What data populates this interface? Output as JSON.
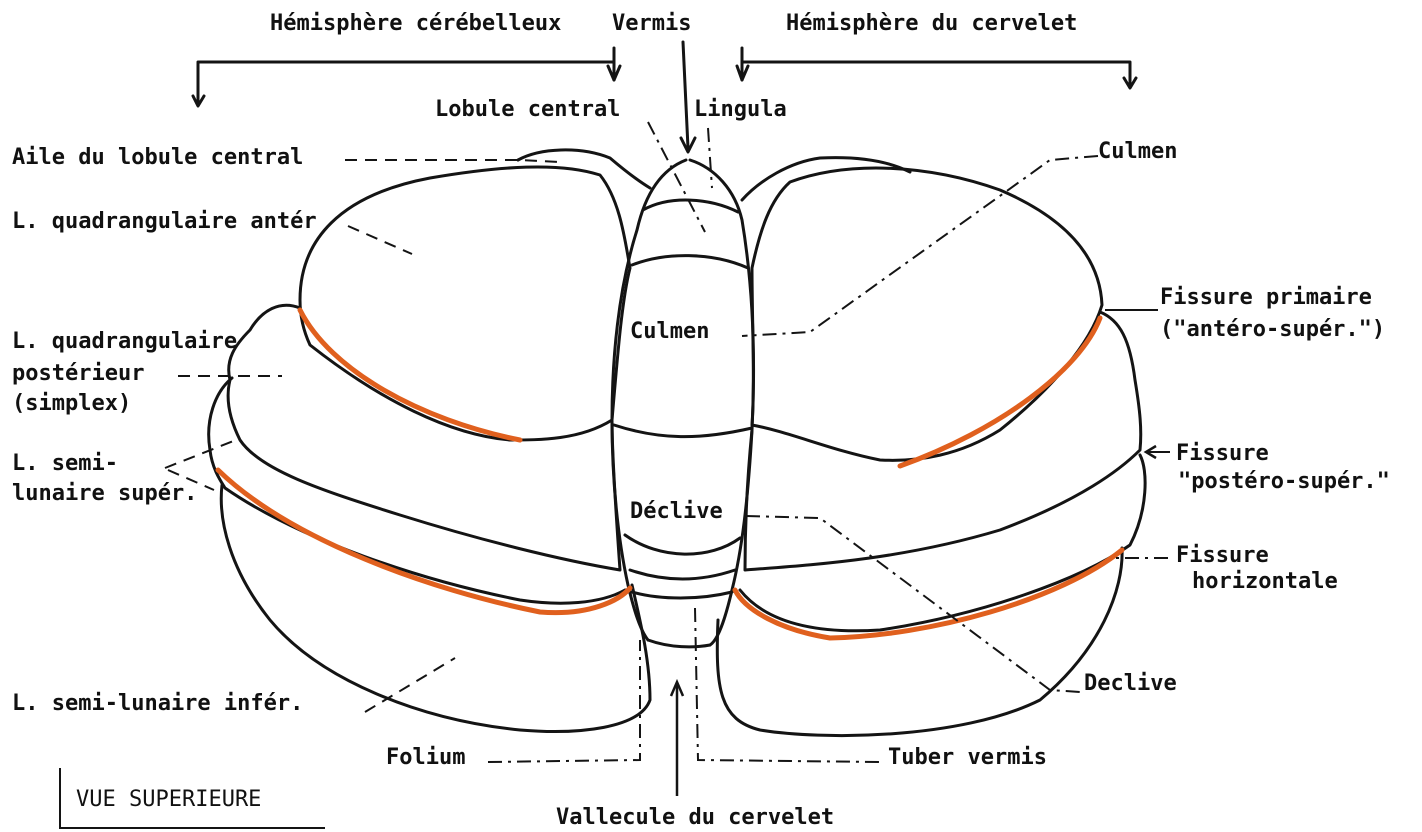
{
  "colors": {
    "ink": "#141414",
    "fissure": "#e0601e",
    "background": "#ffffff"
  },
  "header": {
    "hemisphere_left": "Hémisphère cérébelleux",
    "vermis": "Vermis",
    "hemisphere_right": "Hémisphère du cervelet"
  },
  "labels": {
    "lobule_central": "Lobule central",
    "lingula": "Lingula",
    "aile_lobule_central": "Aile du lobule central",
    "quad_anter": "L. quadrangulaire antér",
    "quad_post_1": "L. quadrangulaire",
    "quad_post_2": "postérieur",
    "quad_post_3": "(simplex)",
    "semi_sup_1": "L. semi-",
    "semi_sup_2": "lunaire supér.",
    "semi_inf": "L. semi-lunaire infér.",
    "folium": "Folium",
    "tuber_vermis": "Tuber vermis",
    "vallecule": "Vallecule du cervelet",
    "culmen_right": "Culmen",
    "culmen_center": "Culmen",
    "declive_center": "Déclive",
    "declive_right": "Declive",
    "fissure_primaire_1": "Fissure primaire",
    "fissure_primaire_2": "(\"antéro-supér.\")",
    "fissure_postero_1": "Fissure",
    "fissure_postero_2": "\"postéro-supér.\"",
    "fissure_horiz_1": "Fissure",
    "fissure_horiz_2": "horizontale"
  },
  "view": {
    "caption": "VUE SUPERIEURE"
  }
}
